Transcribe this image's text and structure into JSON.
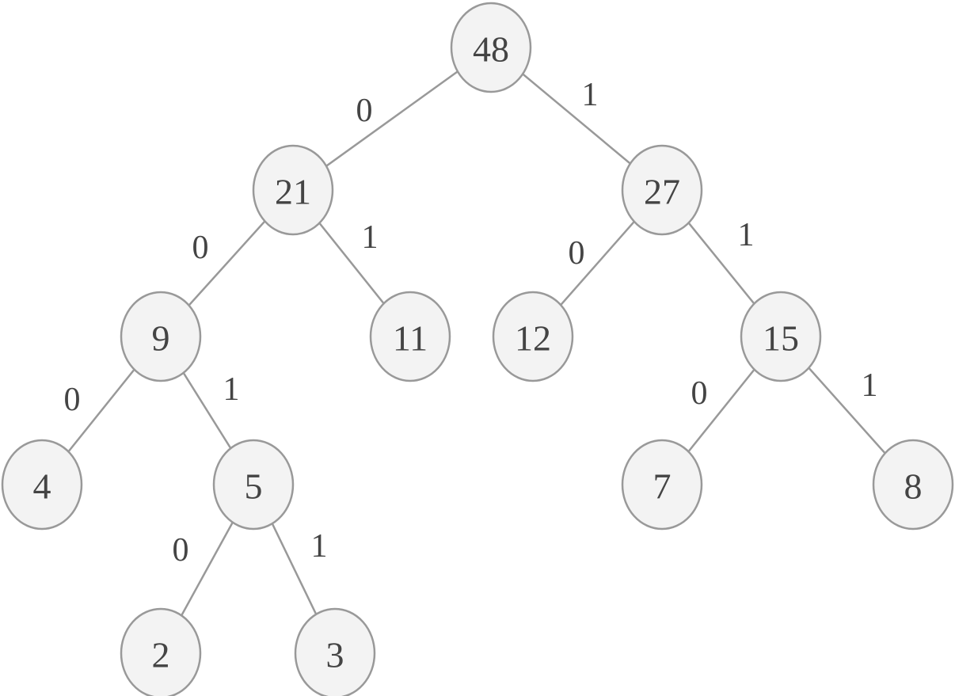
{
  "diagram": {
    "type": "huffman-tree",
    "nodes": [
      {
        "id": "n48",
        "value": "48"
      },
      {
        "id": "n21",
        "value": "21"
      },
      {
        "id": "n27",
        "value": "27"
      },
      {
        "id": "n9",
        "value": "9"
      },
      {
        "id": "n11",
        "value": "11"
      },
      {
        "id": "n12",
        "value": "12"
      },
      {
        "id": "n15",
        "value": "15"
      },
      {
        "id": "n4",
        "value": "4"
      },
      {
        "id": "n5",
        "value": "5"
      },
      {
        "id": "n7",
        "value": "7"
      },
      {
        "id": "n8",
        "value": "8"
      },
      {
        "id": "n2",
        "value": "2"
      },
      {
        "id": "n3",
        "value": "3"
      }
    ],
    "edges": [
      {
        "from": "n48",
        "to": "n21",
        "label": "0"
      },
      {
        "from": "n48",
        "to": "n27",
        "label": "1"
      },
      {
        "from": "n21",
        "to": "n9",
        "label": "0"
      },
      {
        "from": "n21",
        "to": "n11",
        "label": "1"
      },
      {
        "from": "n27",
        "to": "n12",
        "label": "0"
      },
      {
        "from": "n27",
        "to": "n15",
        "label": "1"
      },
      {
        "from": "n9",
        "to": "n4",
        "label": "0"
      },
      {
        "from": "n9",
        "to": "n5",
        "label": "1"
      },
      {
        "from": "n15",
        "to": "n7",
        "label": "0"
      },
      {
        "from": "n15",
        "to": "n8",
        "label": "1"
      },
      {
        "from": "n5",
        "to": "n2",
        "label": "0"
      },
      {
        "from": "n5",
        "to": "n3",
        "label": "1"
      }
    ]
  }
}
